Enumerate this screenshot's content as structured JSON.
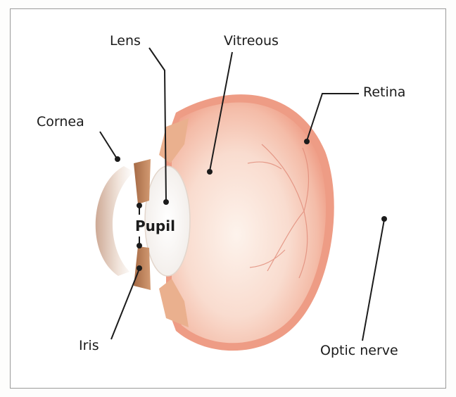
{
  "diagram": {
    "labels": {
      "lens": "Lens",
      "vitreous": "Vitreous",
      "retina": "Retina",
      "cornea": "Cornea",
      "pupil": "Pupil",
      "iris": "Iris",
      "optic_nerve": "Optic nerve"
    },
    "colors": {
      "eyeball": "#f6c9b8",
      "eyeball_center": "#fdf1ea",
      "retina_rim": "#f0a794",
      "iris": "#b77a55",
      "cornea": "#d9b9a6",
      "leader": "#1b1b1b",
      "frame": "#9a9a9a"
    }
  }
}
